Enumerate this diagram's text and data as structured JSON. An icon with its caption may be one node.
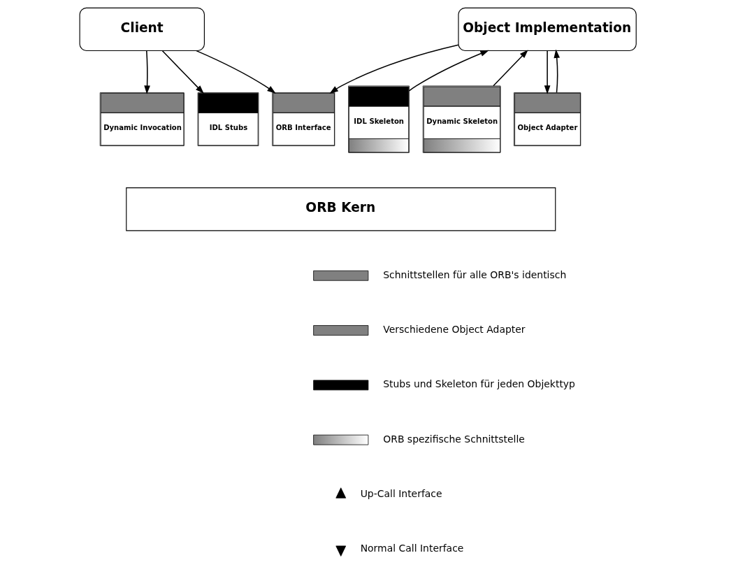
{
  "diagram": {
    "nodes": [
      {
        "text": [
          "Client"
        ]
      },
      {
        "text": [
          "Object Implementation"
        ]
      },
      {
        "text": [
          "Dynamic Invocation"
        ]
      },
      {
        "text": [
          "IDL Stubs"
        ]
      },
      {
        "text": [
          "ORB Interface"
        ]
      },
      {
        "text": [
          "IDL Skeleton"
        ]
      },
      {
        "text": [
          "Dynamic Skeleton"
        ]
      },
      {
        "text": [
          "Object Adapter"
        ]
      },
      {
        "text": [
          "ORB Kern"
        ]
      }
    ],
    "edges": [
      {
        "from": 0,
        "to": 2,
        "arrow": "to"
      },
      {
        "from": 0,
        "to": 3,
        "arrow": "to"
      },
      {
        "from": 0,
        "to": 4,
        "arrow": "to"
      },
      {
        "from": 1,
        "to": 4,
        "arrow": "to"
      },
      {
        "from": 5,
        "to": 1,
        "arrow": "to"
      },
      {
        "from": 6,
        "to": 1,
        "arrow": "to"
      },
      {
        "from": 1,
        "to": 7,
        "arrow": "to"
      },
      {
        "from": 7,
        "to": 1,
        "arrow": "to"
      }
    ],
    "legend": [
      {
        "text": "Schnittstellen für alle ORB's identisch",
        "color": "#808080"
      },
      {
        "text": "Verschiedene Object Adapter",
        "color": "#808080"
      },
      {
        "text": "Stubs und Skeleton für jeden Objekttyp",
        "color": "#000000"
      },
      {
        "text": "ORB spezifische Schnittstelle"
      },
      {
        "text": "Up-Call Interface"
      },
      {
        "text": "Normal Call Interface"
      }
    ]
  }
}
